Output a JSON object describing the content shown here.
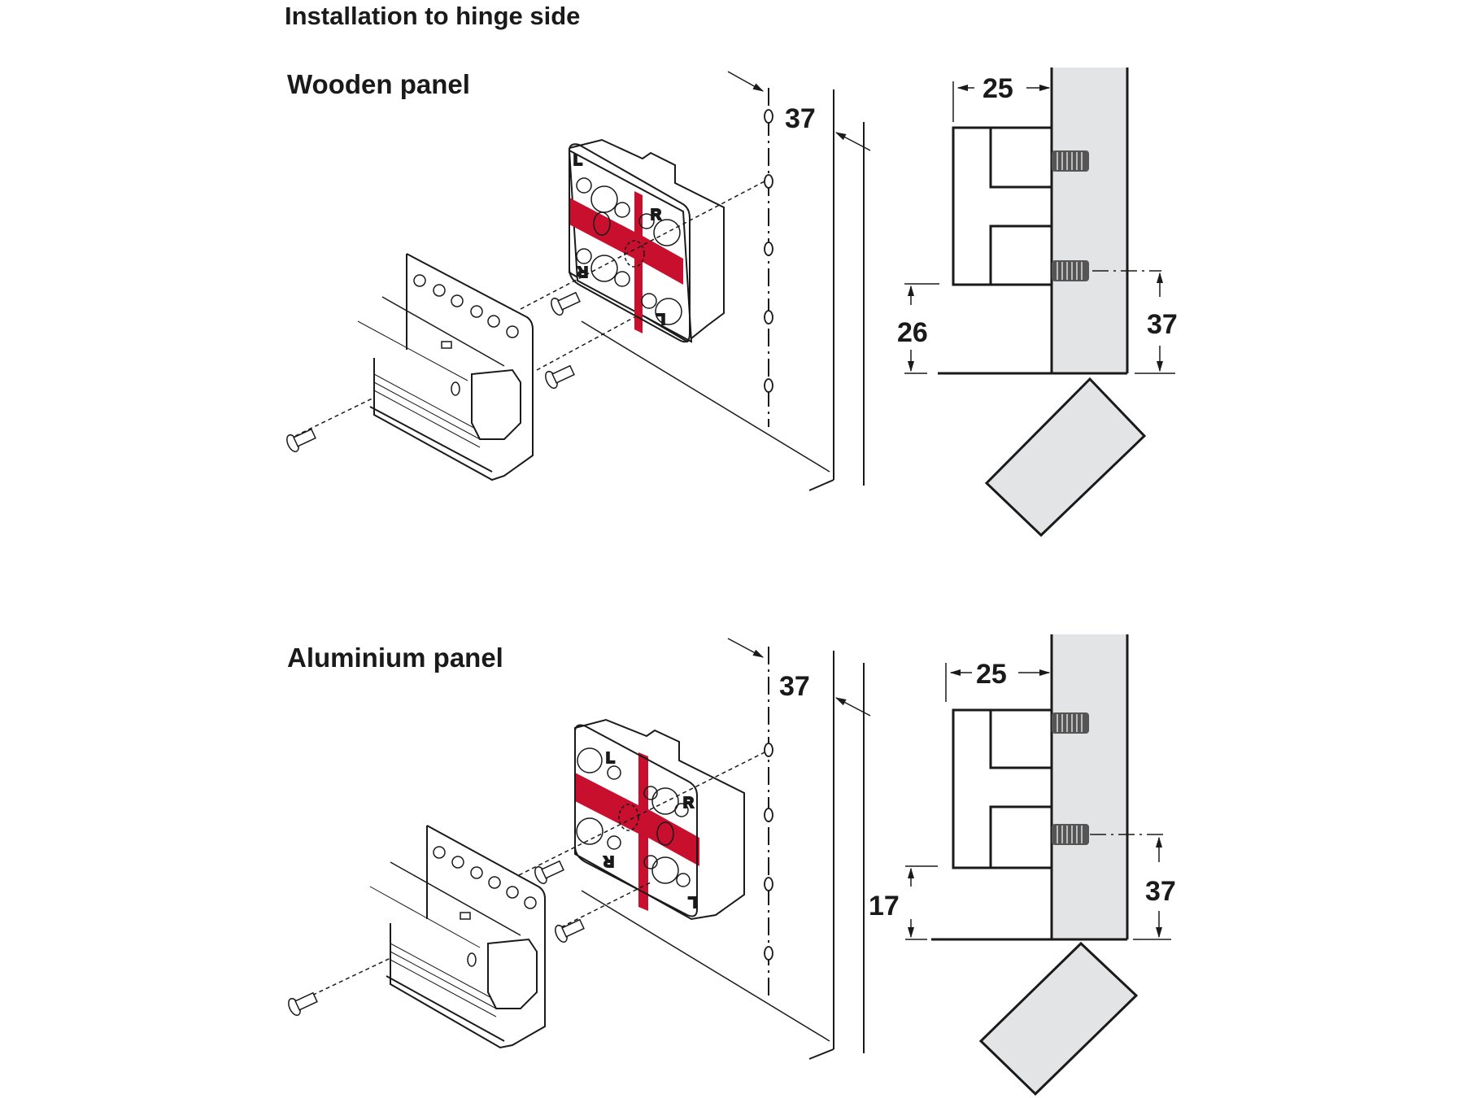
{
  "page_title": "Installation to hinge side",
  "colors": {
    "accent_red": "#c8102e",
    "panel_grey": "#e3e4e6",
    "line": "#1a1a1a"
  },
  "sections": [
    {
      "heading": "Wooden panel",
      "dims": {
        "hole_pitch": "37",
        "width": "25",
        "bottom_offset": "26",
        "screw_height": "37"
      },
      "plate_labels": [
        "L",
        "R",
        "R",
        "L"
      ]
    },
    {
      "heading": "Aluminium panel",
      "dims": {
        "hole_pitch": "37",
        "width": "25",
        "bottom_offset": "17",
        "screw_height": "37"
      },
      "plate_labels": [
        "L",
        "R",
        "R",
        "L"
      ]
    }
  ]
}
